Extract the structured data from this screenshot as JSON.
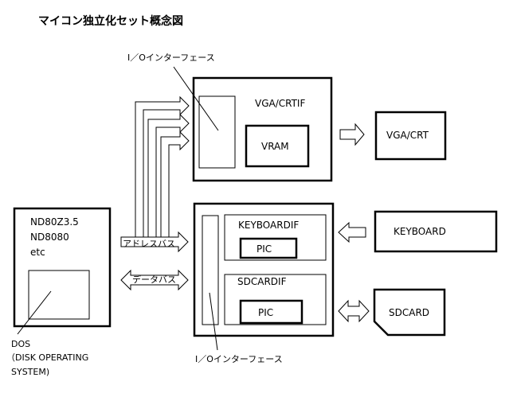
{
  "title": "マイコン独立化セット概念図",
  "io_interface_label": "I／Oインターフェース",
  "vga_crtif": {
    "label": "VGA/CRTIF",
    "vram_label": "VRAM"
  },
  "vga_crt": {
    "label": "VGA/CRT"
  },
  "cpu_box": {
    "lines": [
      "ND80Z3.5",
      "ND8080",
      "etc"
    ]
  },
  "dos_label": {
    "lines": [
      "DOS",
      "（DISK OPERATING",
      "SYSTEM)"
    ]
  },
  "address_bus_label": "アドレスバス",
  "data_bus_label": "データバス",
  "keyboardif": {
    "label": "KEYBOARDIF",
    "pic_label": "PIC"
  },
  "sdcardif": {
    "label": "SDCARDIF",
    "pic_label": "PIC"
  },
  "keyboard": {
    "label": "KEYBOARD"
  },
  "sdcard": {
    "label": "SDCARD"
  },
  "colors": {
    "line": "#000000",
    "background": "#ffffff"
  }
}
